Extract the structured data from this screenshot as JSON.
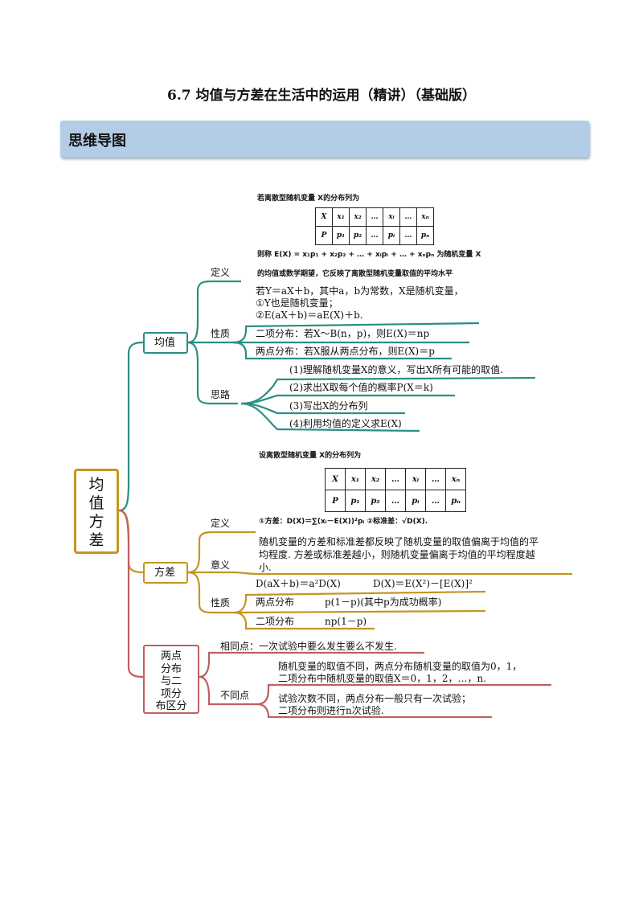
{
  "page_title": "6.7 均值与方差在生活中的运用（精讲）（基础版）",
  "banner": "思维导图",
  "root": [
    "均",
    "值",
    "方",
    "差"
  ],
  "colors": {
    "teal": "#2b8f82",
    "gold": "#c49621",
    "red": "#c06060",
    "banner": "#b4cde6"
  },
  "mean": {
    "label": "均值",
    "dist_intro": "若离散型随机变量 X的分布列为",
    "table": {
      "row1": [
        "X",
        "x₁",
        "x₂",
        "…",
        "xᵢ",
        "…",
        "xₙ"
      ],
      "row2": [
        "P",
        "p₁",
        "p₂",
        "…",
        "pᵢ",
        "…",
        "pₙ"
      ]
    },
    "def_formula": "则称 E(X) = x₁p₁ + x₂p₂ + … + xᵢpᵢ + … + xₙpₙ 为随机变量 X",
    "def_note": "的均值或数学期望，它反映了离散型随机变量取值的平均水平",
    "def_label": "定义",
    "prop_label": "性质",
    "prop_linear": [
      "若Y＝aX＋b，其中a，b为常数，X是随机变量，",
      "①Y也是随机变量；",
      "②E(aX＋b)＝aE(X)＋b."
    ],
    "prop_binom": "二项分布：若X～B(n，p)，则E(X)＝np",
    "prop_two": "两点分布：若X服从两点分布，则E(X)＝p",
    "idea_label": "思路",
    "steps": [
      "(1)理解随机变量X的意义，写出X所有可能的取值.",
      "(2)求出X取每个值的概率P(X＝k)",
      "(3)写出X的分布列",
      "(4)利用均值的定义求E(X)"
    ]
  },
  "variance": {
    "label": "方差",
    "dist_intro": "设离散型随机变量 X的分布列为",
    "table": {
      "row1": [
        "X",
        "x₁",
        "x₂",
        "…",
        "xᵢ",
        "…",
        "xₙ"
      ],
      "row2": [
        "P",
        "p₁",
        "p₂",
        "…",
        "pᵢ",
        "…",
        "pₙ"
      ]
    },
    "def_label": "定义",
    "def_formula": "①方差：D(X)＝∑(xᵢ－E(X))²pᵢ ②标准差：√D(X).",
    "meaning_label": "意义",
    "meaning_lines": [
      "随机变量的方差和标准差都反映了随机变量的取值偏离于均值的平",
      "均程度. 方差或标准差越小，则随机变量偏离于均值的平均程度越",
      "小."
    ],
    "prop_label": "性质",
    "prop_formula_1": "D(aX＋b)＝a²D(X)",
    "prop_formula_2": "D(X)＝E(X²)－[E(X)]²",
    "two_label": "两点分布",
    "two_value": "p(1－p)(其中p为成功概率)",
    "binom_label": "二项分布",
    "binom_value": "np(1－p)"
  },
  "diff": {
    "label": [
      "两点",
      "分布",
      "与二",
      "项分",
      "布区分"
    ],
    "same_label": "相同点：一次试验中要么发生要么不发生.",
    "diff_label": "不同点",
    "diff_1": [
      "随机变量的取值不同，两点分布随机变量的取值为0，1，",
      "二项分布中随机变量的取值X＝0，1，2，…，n."
    ],
    "diff_2": [
      "试验次数不同，两点分布一般只有一次试验；",
      "二项分布则进行n次试验."
    ]
  }
}
